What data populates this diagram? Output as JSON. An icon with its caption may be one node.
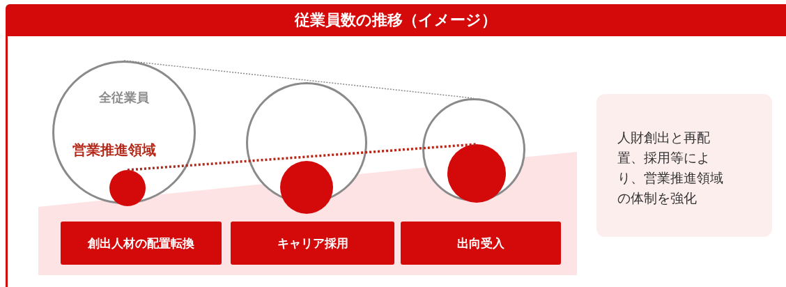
{
  "diagram": {
    "title": "従業員数の推移（イメージ）",
    "nodes": [
      {
        "text": [
          "全従業員",
          "営業推進領域"
        ]
      },
      {
        "text": [],
        "shape": "circle",
        "in": 0
      },
      {
        "text": [],
        "shape": "circle"
      },
      {
        "text": [],
        "shape": "circle",
        "in": 2
      },
      {
        "text": [],
        "shape": "circle"
      },
      {
        "text": [],
        "shape": "circle",
        "in": 4
      },
      {
        "text": [
          "創出人材の配置転換"
        ]
      },
      {
        "text": [
          "キャリア採用"
        ]
      },
      {
        "text": [
          "出向受入"
        ]
      },
      {
        "text": [
          "人財創出と再配置、採用等により、営業推進領域の体制を強化"
        ]
      }
    ],
    "edges": [
      {
        "from": 0,
        "to": 4,
        "arrow": "none",
        "style": "dashed",
        "color": "#888888"
      },
      {
        "from": 1,
        "to": 5,
        "arrow": "none",
        "style": "dashed",
        "color": "#b4281a"
      }
    ]
  }
}
